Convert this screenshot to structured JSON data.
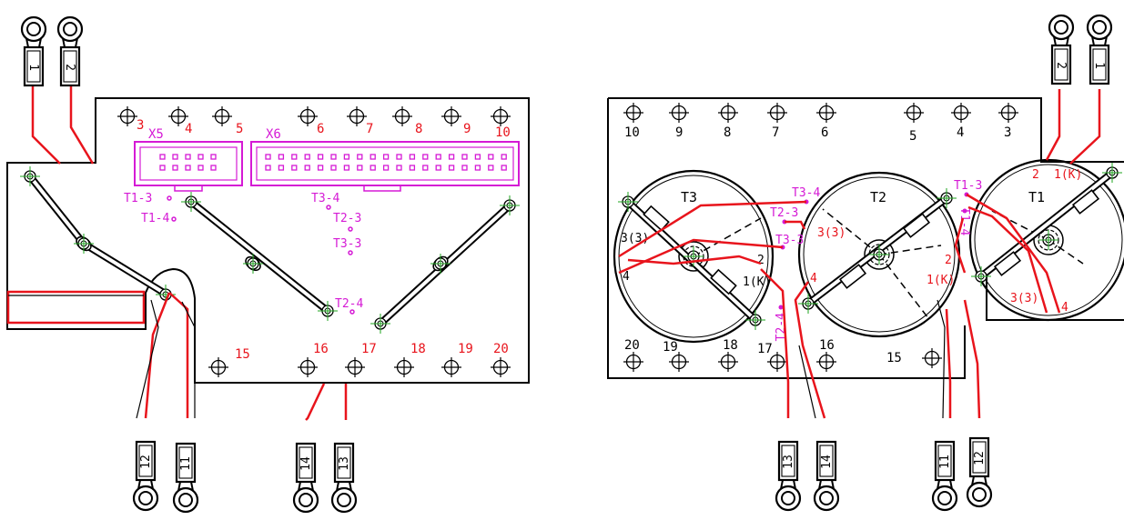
{
  "colors": {
    "outline": "#000000",
    "wire": "#e8141c",
    "magenta": "#d51ad5",
    "connector_pin": "#d51ad5",
    "label_red": "#e8141c",
    "label_black": "#000000",
    "crosshair": "#1fa51f",
    "fill_white": "#ffffff"
  },
  "left_board": {
    "terminals": [
      {
        "id": "lug-1",
        "label": "1"
      },
      {
        "id": "lug-2",
        "label": "2"
      },
      {
        "id": "lug-12",
        "label": "12"
      },
      {
        "id": "lug-11",
        "label": "11"
      },
      {
        "id": "lug-14",
        "label": "14"
      },
      {
        "id": "lug-13",
        "label": "13"
      }
    ],
    "hole_numbers_top": [
      "3",
      "4",
      "5",
      "6",
      "7",
      "8",
      "9",
      "10"
    ],
    "hole_numbers_bottom": [
      "15",
      "16",
      "17",
      "18",
      "19",
      "20"
    ],
    "connectors": [
      {
        "id": "x5",
        "label": "X5"
      },
      {
        "id": "x6",
        "label": "X6"
      }
    ],
    "test_points": [
      "T1-3",
      "T1-4",
      "T3-4",
      "T2-3",
      "T3-3",
      "T2-4"
    ]
  },
  "right_board": {
    "terminals": [
      {
        "id": "lug-2",
        "label": "2"
      },
      {
        "id": "lug-1",
        "label": "1"
      },
      {
        "id": "lug-13",
        "label": "13"
      },
      {
        "id": "lug-14",
        "label": "14"
      },
      {
        "id": "lug-11",
        "label": "11"
      },
      {
        "id": "lug-12",
        "label": "12"
      }
    ],
    "hole_numbers_top": [
      "10",
      "9",
      "8",
      "7",
      "6",
      "5",
      "4",
      "3"
    ],
    "hole_numbers_bottom": [
      "20",
      "19",
      "18",
      "17",
      "16",
      "15"
    ],
    "transformers": [
      {
        "id": "t3",
        "label": "T3"
      },
      {
        "id": "t2",
        "label": "T2"
      },
      {
        "id": "t1",
        "label": "T1"
      }
    ],
    "winding_labels": {
      "t3": [
        "3(3)",
        "4",
        "2",
        "1(K)"
      ],
      "t2": [
        "3(3)",
        "4",
        "2",
        "1(K)"
      ],
      "t1": [
        "2",
        "1(K)",
        "3(3)",
        "4"
      ]
    },
    "test_points": [
      "T3-4",
      "T2-3",
      "T3-3",
      "T1-3",
      "T1-4",
      "T2-4"
    ]
  }
}
